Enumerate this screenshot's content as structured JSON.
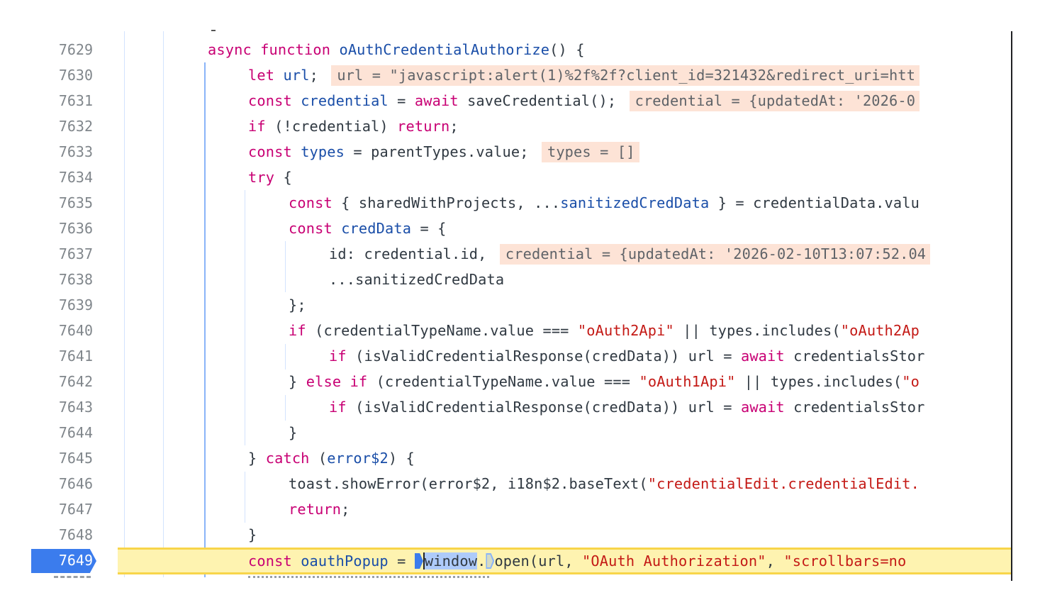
{
  "editor": {
    "colors": {
      "keyword": "#c80074",
      "variable": "#1a4ea8",
      "string": "#c41a16",
      "inline_value_bg": "#fde3d6",
      "execution_line_bg": "#fef3b0",
      "breakpoint": "#3b7ced"
    },
    "current_line": 7649,
    "lines": [
      {
        "num": "7629"
      },
      {
        "num": "7630"
      },
      {
        "num": "7631"
      },
      {
        "num": "7632"
      },
      {
        "num": "7633"
      },
      {
        "num": "7634"
      },
      {
        "num": "7635"
      },
      {
        "num": "7636"
      },
      {
        "num": "7637"
      },
      {
        "num": "7638"
      },
      {
        "num": "7639"
      },
      {
        "num": "7640"
      },
      {
        "num": "7641"
      },
      {
        "num": "7642"
      },
      {
        "num": "7643"
      },
      {
        "num": "7644"
      },
      {
        "num": "7645"
      },
      {
        "num": "7646"
      },
      {
        "num": "7647"
      },
      {
        "num": "7648"
      },
      {
        "num": "7649"
      }
    ],
    "code": {
      "l7629": {
        "kw1": "async",
        "kw2": "function",
        "name": "oAuthCredentialAuthorize",
        "rest": "() {"
      },
      "l7630": {
        "kw": "let",
        "var": "url",
        "rest": ";",
        "inline": "url = \"javascript:alert(1)%2f%2f?client_id=321432&redirect_uri=htt"
      },
      "l7631": {
        "kw": "const",
        "var": "credential",
        "eq": " = ",
        "kw2": "await",
        "rest": " saveCredential();",
        "inline": "credential = {updatedAt: '2026-0"
      },
      "l7632": {
        "kw": "if",
        "mid": " (!credential) ",
        "kw2": "return",
        "rest": ";"
      },
      "l7633": {
        "kw": "const",
        "var": "types",
        "rest": " = parentTypes.value;",
        "inline": "types = []"
      },
      "l7634": {
        "kw": "try",
        "rest": " {"
      },
      "l7635": {
        "kw": "const",
        "mid": " { sharedWithProjects, ...",
        "var": "sanitizedCredData",
        "rest": " } = credentialData.valu"
      },
      "l7636": {
        "kw": "const",
        "var": "credData",
        "rest": " = {"
      },
      "l7637": {
        "text": "id: credential.id,",
        "inline": "credential = {updatedAt: '2026-02-10T13:07:52.04"
      },
      "l7638": {
        "text": "...sanitizedCredData"
      },
      "l7639": {
        "text": "};"
      },
      "l7640": {
        "kw": "if",
        "mid": " (credentialTypeName.value === ",
        "str1": "\"oAuth2Api\"",
        "mid2": " || types.includes(",
        "str2": "\"oAuth2Ap"
      },
      "l7641": {
        "kw": "if",
        "mid": " (isValidCredentialResponse(credData)) url = ",
        "kw2": "await",
        "rest": " credentialsStor"
      },
      "l7642": {
        "pre": "} ",
        "kw": "else",
        "kw2": "if",
        "mid": " (credentialTypeName.value === ",
        "str1": "\"oAuth1Api\"",
        "mid2": " || types.includes(",
        "str2": "\"o"
      },
      "l7643": {
        "kw": "if",
        "mid": " (isValidCredentialResponse(credData)) url = ",
        "kw2": "await",
        "rest": " credentialsStor"
      },
      "l7644": {
        "text": "}"
      },
      "l7645": {
        "pre": "} ",
        "kw": "catch",
        "mid": " (",
        "var": "error$2",
        "rest": ") {"
      },
      "l7646": {
        "mid": "toast.showError(error$2, i18n$2.baseText(",
        "str": "\"credentialEdit.credentialEdit."
      },
      "l7647": {
        "kw": "return",
        "rest": ";"
      },
      "l7648": {
        "text": "}"
      },
      "l7649": {
        "kw": "const",
        "var": "oauthPopup",
        "eq": " = ",
        "sel": "window",
        "dot": ".",
        "rest": "open(url, ",
        "str1": "\"OAuth Authorization\"",
        "mid": ", ",
        "str2": "\"scrollbars=no"
      }
    }
  }
}
